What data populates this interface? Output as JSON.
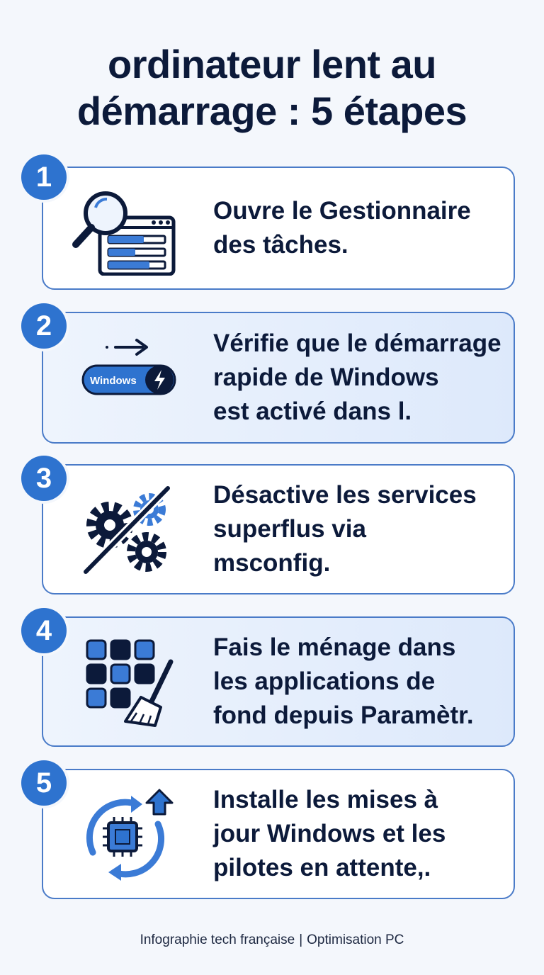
{
  "title": {
    "line1": "ordinateur lent au",
    "line2": "démarrage : 5 étapes"
  },
  "steps": [
    {
      "number": "1",
      "icon": "task-manager-magnifier-icon",
      "text": "Ouvre le Gestionnaire\ndes tâches."
    },
    {
      "number": "2",
      "icon": "fast-startup-toggle-icon",
      "toggle_label": "Windows",
      "text": "Vérifie que le démarrage\nrapide de Windows\nest activé dans l."
    },
    {
      "number": "3",
      "icon": "disabled-gears-icon",
      "text": "Désactive les services\nsuperflus via\nmsconfig."
    },
    {
      "number": "4",
      "icon": "app-grid-broom-icon",
      "text": "Fais le ménage dans\nles applications de\nfond depuis Paramètr."
    },
    {
      "number": "5",
      "icon": "update-chip-cycle-icon",
      "text": "Installe les mises à\njour Windows et les\npilotes en attente,."
    }
  ],
  "footer": {
    "left": "Infographie tech française",
    "separator": "|",
    "right": "Optimisation PC"
  },
  "colors": {
    "accent": "#2e73cf",
    "border": "#4a7bc8",
    "dark": "#0c1a3a",
    "background": "#f4f7fc"
  }
}
